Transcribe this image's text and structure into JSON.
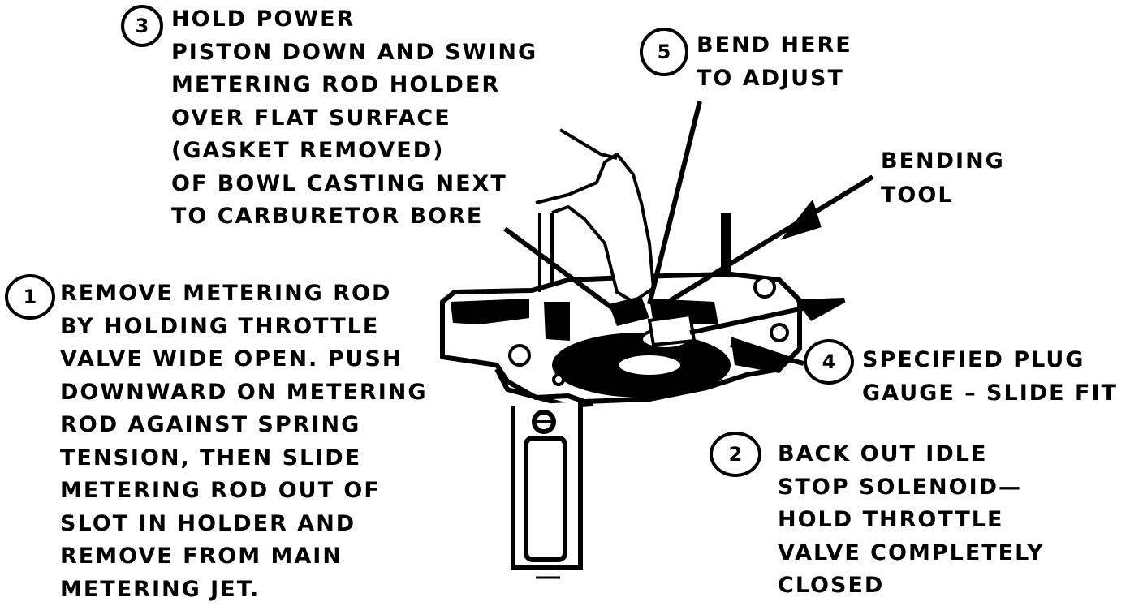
{
  "callouts": {
    "c1": {
      "number": "1",
      "lines": [
        "REMOVE METERING ROD",
        "BY HOLDING THROTTLE",
        "VALVE WIDE OPEN. PUSH",
        "DOWNWARD ON METERING",
        "ROD AGAINST SPRING",
        "TENSION, THEN SLIDE",
        "METERING ROD OUT OF",
        "SLOT IN HOLDER AND",
        "REMOVE FROM MAIN",
        "METERING JET."
      ]
    },
    "c2": {
      "number": "2",
      "lines": [
        "BACK OUT IDLE",
        "STOP SOLENOID—",
        "HOLD THROTTLE",
        "VALVE COMPLETELY",
        "CLOSED"
      ]
    },
    "c3": {
      "number": "3",
      "lines": [
        "HOLD POWER",
        "PISTON DOWN AND SWING",
        "METERING ROD HOLDER",
        "OVER FLAT SURFACE",
        "(GASKET REMOVED)",
        "OF BOWL CASTING NEXT",
        "TO CARBURETOR BORE"
      ]
    },
    "c4": {
      "number": "4",
      "lines": [
        "SPECIFIED PLUG",
        "GAUGE – SLIDE FIT"
      ]
    },
    "c5": {
      "number": "5",
      "lines": [
        "BEND HERE",
        "TO ADJUST"
      ]
    }
  },
  "bending_tool": {
    "lines": [
      "BENDING",
      "TOOL"
    ]
  },
  "colors": {
    "ink": "#000000",
    "paper": "#ffffff"
  }
}
